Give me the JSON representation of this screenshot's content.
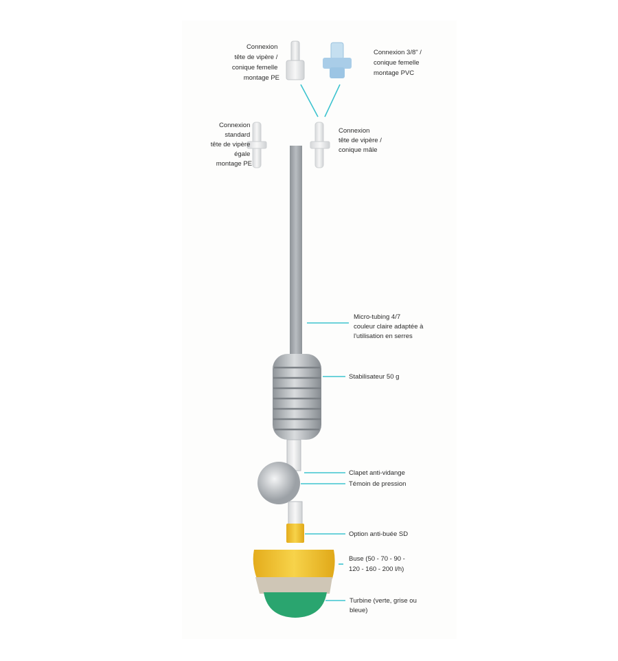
{
  "colors": {
    "leader": "#3cc3cf",
    "tube": "#a9aeb3",
    "yellow": "#f2c12e",
    "beige": "#cfc6b6",
    "green": "#2aa56f",
    "blue": "#a9cde8"
  },
  "labels": {
    "conn_pe_female": [
      "Connexion",
      "tête de vipère /",
      "conique femelle",
      "montage PE"
    ],
    "conn_pvc": [
      "Connexion 3/8\" /",
      "conique femelle",
      "montage PVC"
    ],
    "conn_standard": [
      "Connexion",
      "standard",
      "tête de vipère",
      "égale",
      "montage PE"
    ],
    "conn_male": [
      "Connexion",
      "tête de vipère /",
      "conique mâle"
    ],
    "micro_tubing": [
      "Micro-tubing 4/7",
      "couleur claire adaptée à",
      "l'utilisation en serres"
    ],
    "stabilisateur": "Stabilisateur 50 g",
    "clapet": "Clapet anti-vidange",
    "temoin": "Témoin de pression",
    "option": "Option anti-buée SD",
    "buse": [
      "Buse (50 - 70 - 90 -",
      "120 - 160 - 200 l/h)"
    ],
    "turbine": [
      "Turbine (verte, grise ou",
      "bleue)"
    ]
  }
}
